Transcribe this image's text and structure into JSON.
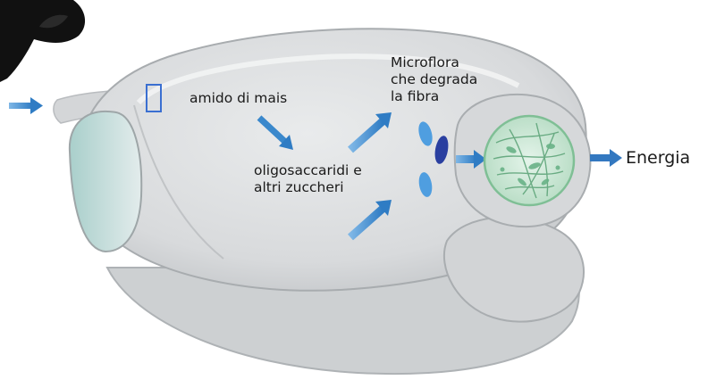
{
  "labels": {
    "starch": "amido di mais",
    "sugars_line1": "oligosaccaridi e",
    "sugars_line2": "altri zuccheri",
    "microflora_line1": "Microflora",
    "microflora_line2": "che degrada",
    "microflora_line3": "la fibra",
    "energy": "Energia"
  },
  "icons": {
    "intake_arrow": "arrow-right-icon",
    "conversion_arrow": "arrow-down-right-icon",
    "fermentation_arrow": "arrow-up-right-icon",
    "energy_arrow": "arrow-right-icon",
    "cow_head": "cow-head-icon",
    "microflora_circle": "magnified-microflora-icon"
  },
  "colors": {
    "arrow_blue": "#3a88cc",
    "bacteria_blue": "#4f9ee0",
    "bacteria_dark": "#2a3fa0",
    "rumen_gray": "#d9dbdc",
    "microflora_green": "#cfead8",
    "energy_arrow": "#3378c0"
  }
}
